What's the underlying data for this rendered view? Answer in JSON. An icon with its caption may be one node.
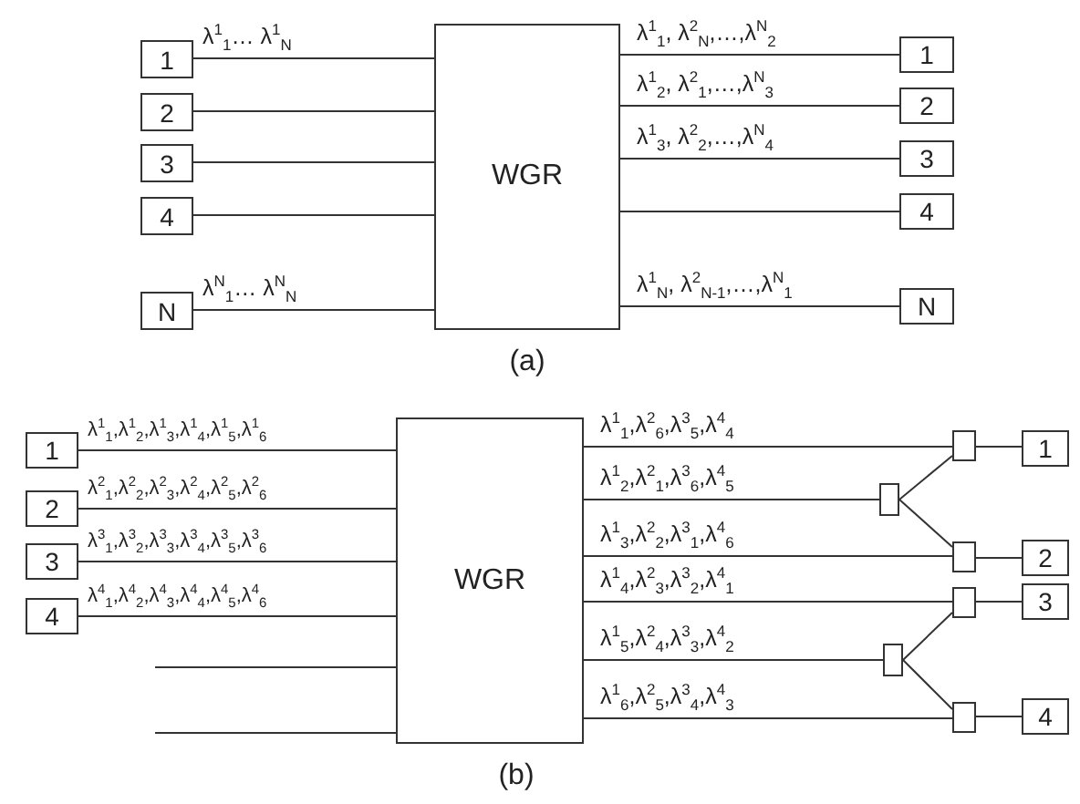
{
  "diagram": {
    "nodes": [
      {
        "text": [
          "1"
        ]
      },
      {
        "text": [
          "2"
        ]
      },
      {
        "text": [
          "3"
        ]
      },
      {
        "text": [
          "4"
        ]
      },
      {
        "text": [
          "N"
        ]
      },
      {
        "text": [
          "WGR"
        ]
      },
      {
        "text": [
          "1"
        ]
      },
      {
        "text": [
          "2"
        ]
      },
      {
        "text": [
          "3"
        ]
      },
      {
        "text": [
          "4"
        ]
      },
      {
        "text": [
          "N"
        ]
      },
      {
        "text": [
          "1"
        ]
      },
      {
        "text": [
          "2"
        ]
      },
      {
        "text": [
          "3"
        ]
      },
      {
        "text": [
          "4"
        ]
      },
      {
        "text": [
          "WGR"
        ]
      },
      {
        "text": [],
        "shape": "box"
      },
      {
        "text": [],
        "shape": "box"
      },
      {
        "text": [],
        "shape": "box"
      },
      {
        "text": [],
        "shape": "box"
      },
      {
        "text": [],
        "shape": "box"
      },
      {
        "text": [],
        "shape": "box"
      },
      {
        "text": [
          "1"
        ]
      },
      {
        "text": [
          "2"
        ]
      },
      {
        "text": [
          "3"
        ]
      },
      {
        "text": [
          "4"
        ]
      }
    ],
    "edges": [
      {
        "from": 0,
        "to": 5,
        "arrow": "none",
        "label": "λ$^{1}$$_{1}$… λ$^{1}$$_{N}$"
      },
      {
        "from": 1,
        "to": 5,
        "arrow": "none"
      },
      {
        "from": 2,
        "to": 5,
        "arrow": "none"
      },
      {
        "from": 3,
        "to": 5,
        "arrow": "none"
      },
      {
        "from": 4,
        "to": 5,
        "arrow": "none",
        "label": "λ$^{N}$$_{1}$… λ$^{N}$$_{N}$"
      },
      {
        "from": 5,
        "to": 6,
        "arrow": "none",
        "label": "λ$^{1}$$_{1}$, λ$^{2}$$_{N}$,…,λ$^{N}$$_{2}$"
      },
      {
        "from": 5,
        "to": 7,
        "arrow": "none",
        "label": "λ$^{1}$$_{2}$, λ$^{2}$$_{1}$,…,λ$^{N}$$_{3}$"
      },
      {
        "from": 5,
        "to": 8,
        "arrow": "none",
        "label": "λ$^{1}$$_{3}$, λ$^{2}$$_{2}$,…,λ$^{N}$$_{4}$"
      },
      {
        "from": 5,
        "to": 9,
        "arrow": "none"
      },
      {
        "from": 5,
        "to": 10,
        "arrow": "none",
        "label": "λ$^{1}$$_{N}$, λ$^{2}$$_{N-1}$,…,λ$^{N}$$_{1}$"
      },
      {
        "from": 11,
        "to": 15,
        "arrow": "none",
        "label": "λ$^{1}$$_{1}$,λ$^{1}$$_{2}$,λ$^{1}$$_{3}$,λ$^{1}$$_{4}$,λ$^{1}$$_{5}$,λ$^{1}$$_{6}$"
      },
      {
        "from": 12,
        "to": 15,
        "arrow": "none",
        "label": "λ$^{2}$$_{1}$,λ$^{2}$$_{2}$,λ$^{2}$$_{3}$,λ$^{2}$$_{4}$,λ$^{2}$$_{5}$,λ$^{2}$$_{6}$"
      },
      {
        "from": 13,
        "to": 15,
        "arrow": "none",
        "label": "λ$^{3}$$_{1}$,λ$^{3}$$_{2}$,λ$^{3}$$_{3}$,λ$^{3}$$_{4}$,λ$^{3}$$_{5}$,λ$^{3}$$_{6}$"
      },
      {
        "from": 14,
        "to": 15,
        "arrow": "none",
        "label": "λ$^{4}$$_{1}$,λ$^{4}$$_{2}$,λ$^{4}$$_{3}$,λ$^{4}$$_{4}$,λ$^{4}$$_{5}$,λ$^{4}$$_{6}$"
      },
      {
        "from": null,
        "to": 15,
        "arrow": "none"
      },
      {
        "from": null,
        "to": 15,
        "arrow": "none"
      },
      {
        "from": 15,
        "to": 18,
        "arrow": "none",
        "label": "λ$^{1}$$_{1}$,λ$^{2}$$_{6}$,λ$^{3}$$_{5}$,λ$^{4}$$_{4}$"
      },
      {
        "from": 15,
        "to": 16,
        "arrow": "none",
        "label": "λ$^{1}$$_{2}$,λ$^{2}$$_{1}$,λ$^{3}$$_{6}$,λ$^{4}$$_{5}$"
      },
      {
        "from": 15,
        "to": 19,
        "arrow": "none",
        "label": "λ$^{1}$$_{3}$,λ$^{2}$$_{2}$,λ$^{3}$$_{1}$,λ$^{4}$$_{6}$"
      },
      {
        "from": 15,
        "to": 20,
        "arrow": "none",
        "label": "λ$^{1}$$_{4}$,λ$^{2}$$_{3}$,λ$^{3}$$_{2}$,λ$^{4}$$_{1}$"
      },
      {
        "from": 15,
        "to": 17,
        "arrow": "none",
        "label": "λ$^{1}$$_{5}$,λ$^{2}$$_{4}$,λ$^{3}$$_{3}$,λ$^{4}$$_{2}$"
      },
      {
        "from": 15,
        "to": 21,
        "arrow": "none",
        "label": "λ$^{1}$$_{6}$,λ$^{2}$$_{5}$,λ$^{3}$$_{4}$,λ$^{4}$$_{3}$"
      },
      {
        "from": 16,
        "to": 18,
        "arrow": "none"
      },
      {
        "from": 16,
        "to": 19,
        "arrow": "none"
      },
      {
        "from": 17,
        "to": 20,
        "arrow": "none"
      },
      {
        "from": 17,
        "to": 21,
        "arrow": "none"
      },
      {
        "from": 18,
        "to": 22,
        "arrow": "none"
      },
      {
        "from": 19,
        "to": 23,
        "arrow": "none"
      },
      {
        "from": 20,
        "to": 24,
        "arrow": "none"
      },
      {
        "from": 21,
        "to": 25,
        "arrow": "none"
      }
    ],
    "labels": [
      "(a)",
      "(b)"
    ]
  }
}
